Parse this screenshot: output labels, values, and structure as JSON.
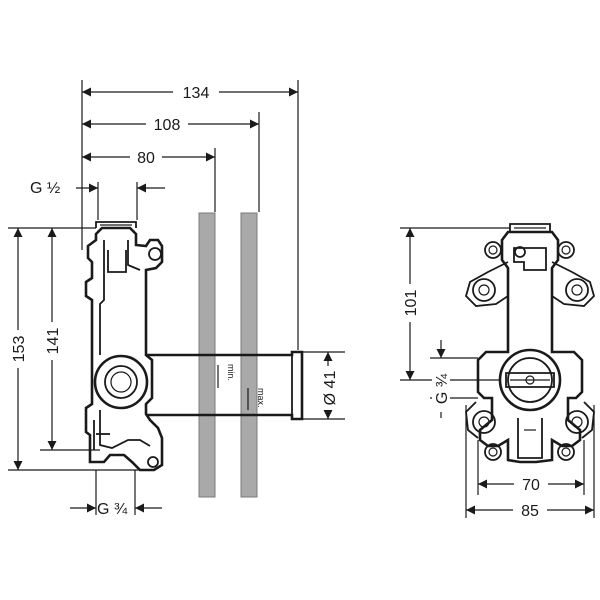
{
  "dimensions": {
    "d134": "134",
    "d108": "108",
    "d80": "80",
    "g_half": "G ½",
    "d153": "153",
    "d141": "141",
    "g_three_quarter_bottom": "G ¾",
    "dia41": "Ø 41",
    "min_label": "min.",
    "max_label": "max.",
    "d101": "101",
    "g_three_quarter_right": "G ¾",
    "d70": "70",
    "d85": "85"
  }
}
